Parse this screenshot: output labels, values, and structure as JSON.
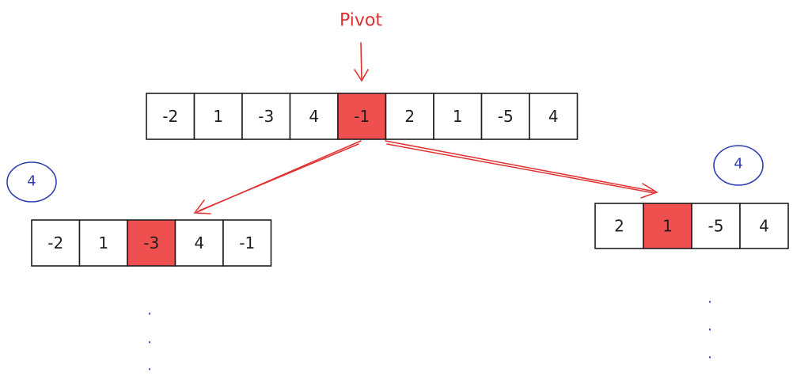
{
  "pivot_label": "Pivot",
  "colors": {
    "border": "#1e1e1e",
    "highlight_fill": "#f04f4f",
    "arrow": "#e03131",
    "annotation": "#2f3fb0"
  },
  "arrays": {
    "top": {
      "values": [
        "-2",
        "1",
        "-3",
        "4",
        "-1",
        "2",
        "1",
        "-5",
        "4"
      ],
      "highlight": 4
    },
    "left": {
      "values": [
        "-2",
        "1",
        "-3",
        "4",
        "-1"
      ],
      "highlight": 2
    },
    "right": {
      "values": [
        "2",
        "1",
        "-5",
        "4"
      ],
      "highlight": 1
    }
  },
  "annotations": {
    "left_count": "4",
    "right_count": "4"
  },
  "continuation": ".",
  "icons": [
    "arrow-down-icon",
    "arrow-to-left-subarray",
    "arrow-to-right-subarray"
  ]
}
